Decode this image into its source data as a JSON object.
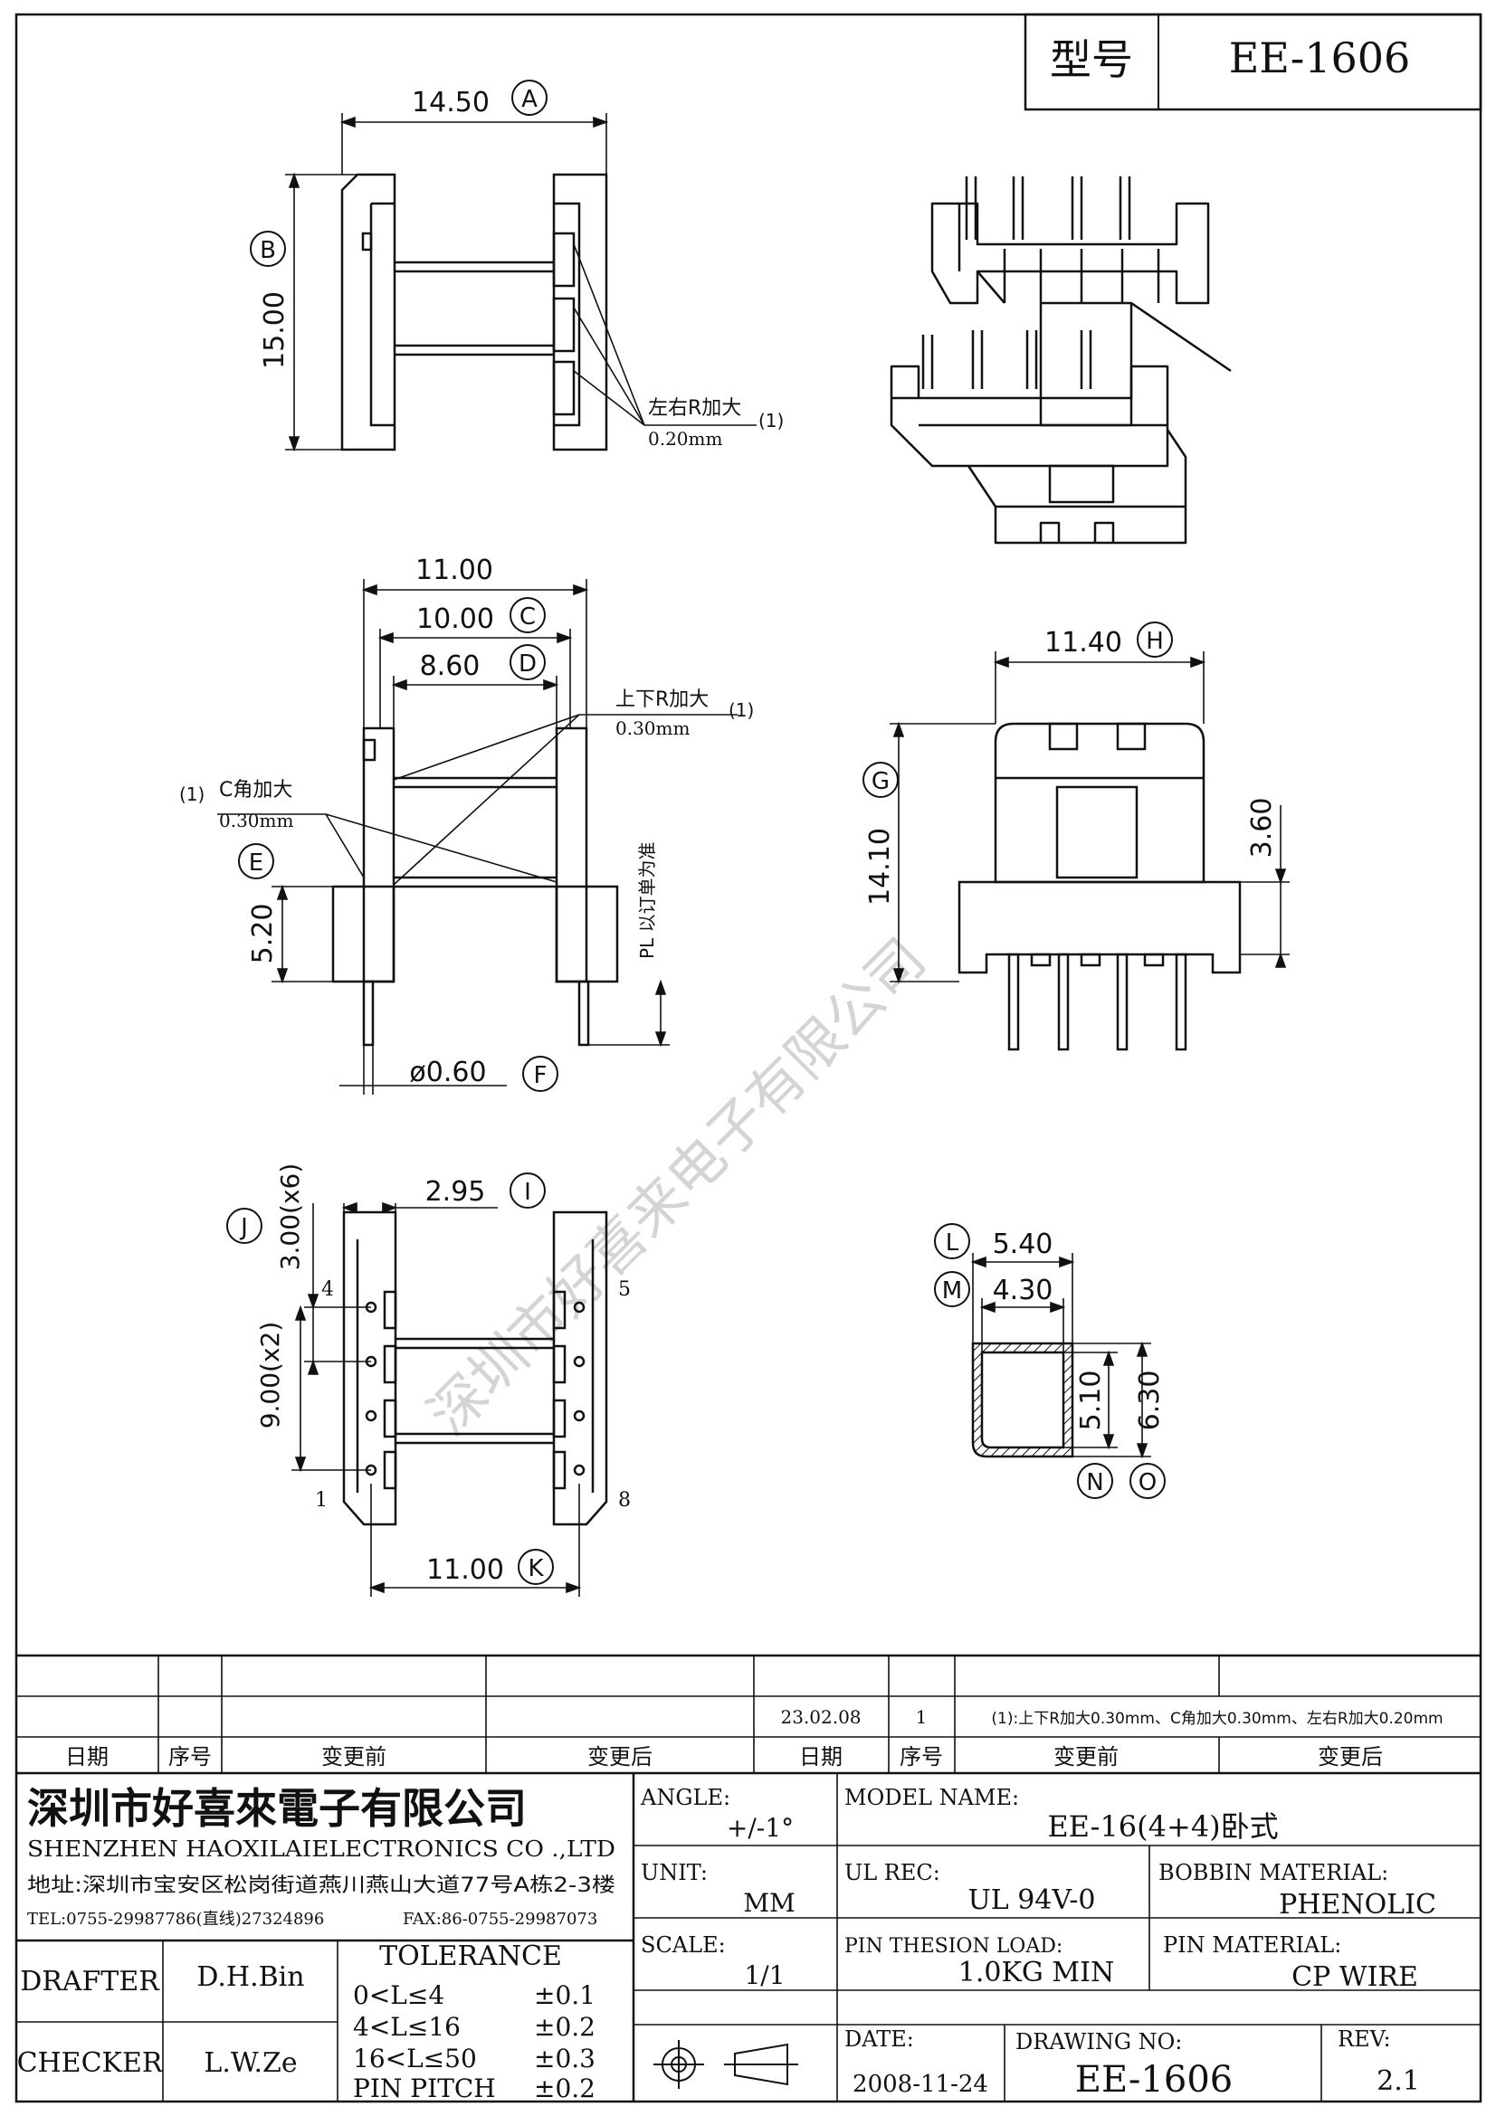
{
  "title_block": {
    "model_label": "型号",
    "model_value": "EE-1606"
  },
  "dimensions": {
    "A": {
      "value": "14.50",
      "tag": "A"
    },
    "B": {
      "value": "15.00",
      "tag": "B"
    },
    "C": {
      "value": "10.00",
      "tag": "C"
    },
    "D": {
      "value": "8.60",
      "tag": "D"
    },
    "E": {
      "value": "5.20",
      "tag": "E"
    },
    "F": {
      "value": "ø0.60",
      "tag": "F"
    },
    "G": {
      "value": "14.10",
      "tag": "G"
    },
    "H": {
      "value": "11.40",
      "tag": "H"
    },
    "I": {
      "value": "2.95",
      "tag": "I"
    },
    "J": {
      "value": "3.00(x6)",
      "tag": "J"
    },
    "K": {
      "value": "11.00",
      "tag": "K"
    },
    "L": {
      "value": "5.40",
      "tag": "L"
    },
    "M": {
      "value": "4.30",
      "tag": "M"
    },
    "N": {
      "value": "5.10",
      "tag": "N"
    },
    "O": {
      "value": "6.30",
      "tag": "O"
    },
    "width_11": "11.00",
    "height_360": "3.60",
    "pitch_9": "9.00(x2)"
  },
  "notes": {
    "lr_radius": "左右R加大",
    "lr_radius_val": "0.20mm",
    "ud_radius": "上下R加大",
    "ud_radius_val": "0.30mm",
    "c_corner": "C角加大",
    "c_corner_val": "0.30mm",
    "note_marker": "(1)",
    "pl_note": "PL 以订单为准"
  },
  "pins": {
    "p4": "4",
    "p5": "5",
    "p1": "1",
    "p8": "8"
  },
  "watermark": "深圳市好喜来电子有限公司",
  "revision_table": {
    "row_date": "23.02.08",
    "row_no": "1",
    "row_text": "(1):上下R加大0.30mm、C角加大0.30mm、左右R加大0.20mm",
    "headers": [
      "日期",
      "序号",
      "变更前",
      "变更后",
      "日期",
      "序号",
      "变更前",
      "变更后"
    ]
  },
  "company": {
    "name_cn": "深圳市好喜來電子有限公司",
    "name_en": "SHENZHEN HAOXILAIELECTRONICS CO .,LTD",
    "address": "地址:深圳市宝安区松岗街道燕川燕山大道77号A栋2-3楼",
    "tel": "TEL:0755-29987786(直线)27324896",
    "fax": "FAX:86-0755-29987073"
  },
  "fields": {
    "angle_label": "ANGLE:",
    "angle_value": "+/-1°",
    "model_name_label": "MODEL NAME:",
    "model_name_value": "EE-16(4+4)卧式",
    "unit_label": "UNIT:",
    "unit_value": "MM",
    "ul_label": "UL REC:",
    "ul_value": "UL 94V-0",
    "bobbin_label": "BOBBIN MATERIAL:",
    "bobbin_value": "PHENOLIC",
    "scale_label": "SCALE:",
    "scale_value": "1/1",
    "pin_load_label": "PIN THESION LOAD:",
    "pin_load_value": "1.0KG MIN",
    "pin_mat_label": "PIN MATERIAL:",
    "pin_mat_value": "CP   WIRE",
    "date_label": "DATE:",
    "date_value": "2008-11-24",
    "drawing_label": "DRAWING NO:",
    "drawing_value": "EE-1606",
    "rev_label": "REV:",
    "rev_value": "2.1",
    "drafter_label": "DRAFTER",
    "drafter_value": "D.H.Bin",
    "checker_label": "CHECKER",
    "checker_value": "L.W.Ze",
    "tolerance_title": "TOLERANCE",
    "tol1_range": "0<L≤4",
    "tol1_val": "±0.1",
    "tol2_range": "4<L≤16",
    "tol2_val": "±0.2",
    "tol3_range": "16<L≤50",
    "tol3_val": "±0.3",
    "tol4_range": "PIN PITCH",
    "tol4_val": "±0.2"
  }
}
